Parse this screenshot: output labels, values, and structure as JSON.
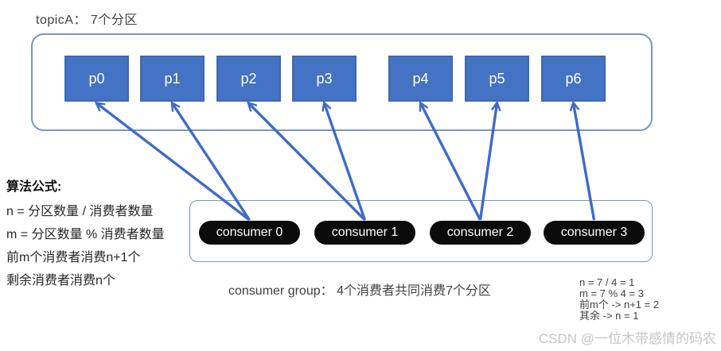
{
  "title": "topicA： 7个分区",
  "topic": {
    "partitions": [
      {
        "id": "p0",
        "label": "p0"
      },
      {
        "id": "p1",
        "label": "p1"
      },
      {
        "id": "p2",
        "label": "p2"
      },
      {
        "id": "p3",
        "label": "p3"
      },
      {
        "id": "p4",
        "label": "p4"
      },
      {
        "id": "p5",
        "label": "p5"
      },
      {
        "id": "p6",
        "label": "p6"
      }
    ]
  },
  "algorithm": {
    "heading": "算法公式:",
    "lines": [
      "n = 分区数量 / 消费者数量",
      "m = 分区数量 % 消费者数量",
      "前m个消费者消费n+1个",
      "剩余消费者消费n个"
    ]
  },
  "consumer_group": {
    "consumers": [
      {
        "id": "consumer-0",
        "label": "consumer 0"
      },
      {
        "id": "consumer-1",
        "label": "consumer 1"
      },
      {
        "id": "consumer-2",
        "label": "consumer 2"
      },
      {
        "id": "consumer-3",
        "label": "consumer 3"
      }
    ],
    "caption": "consumer group： 4个消费者共同消费7个分区"
  },
  "calculation": {
    "lines": [
      "n = 7 / 4 = 1",
      "m = 7 % 4 = 3",
      "前m个 -> n+1 = 2",
      "其余 -> n = 1"
    ]
  },
  "connections": [
    {
      "from": "consumer-0",
      "to": "p0"
    },
    {
      "from": "consumer-0",
      "to": "p1"
    },
    {
      "from": "consumer-1",
      "to": "p2"
    },
    {
      "from": "consumer-1",
      "to": "p3"
    },
    {
      "from": "consumer-2",
      "to": "p4"
    },
    {
      "from": "consumer-2",
      "to": "p5"
    },
    {
      "from": "consumer-3",
      "to": "p6"
    }
  ],
  "watermark": "CSDN @一位木带感情的码农",
  "colors": {
    "partition_fill": "#4472C4",
    "partition_border": "#3E68B0",
    "arrow": "#3F6BC8",
    "box_border": "#7795CB",
    "consumer_fill": "#0B0B0B",
    "text": "#3F3F3F",
    "watermark": "#C5C5C5"
  }
}
